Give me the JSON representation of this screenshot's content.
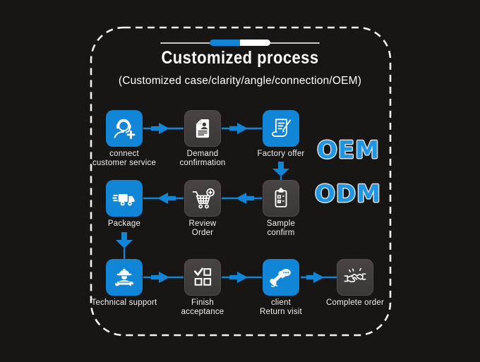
{
  "header": {
    "title": "Customized process",
    "subtitle": "(Customized case/clarity/angle/connection/OEM)"
  },
  "side_labels": {
    "oem": "OEM",
    "odm": "ODM"
  },
  "colors": {
    "background": "#171615",
    "accent_blue": "#1186d6",
    "icon_dark_gray": "#3e3b3b",
    "oem_text_blue": "#1f96e4",
    "text_white": "#f2f2f2",
    "dashed_border": "#f2f2f2"
  },
  "steps": [
    {
      "id": "connect-customer-service",
      "label1": "connect",
      "label2": "customer service",
      "style": "blue",
      "icon": "customer-service-headset-icon"
    },
    {
      "id": "demand-confirmation",
      "label1": "Demand",
      "label2": "confirmation",
      "style": "dark",
      "icon": "resume-document-icon"
    },
    {
      "id": "factory-offer",
      "label1": "Factory offer",
      "label2": "",
      "style": "blue",
      "icon": "document-pen-icon"
    },
    {
      "id": "package",
      "label1": "Package",
      "label2": "",
      "style": "blue",
      "icon": "delivery-truck-icon"
    },
    {
      "id": "review-order",
      "label1": "Review",
      "label2": "Order",
      "style": "dark",
      "icon": "cart-plus-icon"
    },
    {
      "id": "sample-confirm",
      "label1": "Sample",
      "label2": "confirm",
      "style": "dark",
      "icon": "clipboard-checklist-icon"
    },
    {
      "id": "technical-support",
      "label1": "Technical support",
      "label2": "",
      "style": "blue",
      "icon": "worker-wrench-icon"
    },
    {
      "id": "finish-acceptance",
      "label1": "Finish",
      "label2": "acceptance",
      "style": "dark",
      "icon": "checklist-grid-icon"
    },
    {
      "id": "client-return-visit",
      "label1": "client",
      "label2": "Return visit",
      "style": "blue",
      "icon": "phone-chat-icon"
    },
    {
      "id": "complete-order",
      "label1": "Complete order",
      "label2": "",
      "style": "dark",
      "icon": "handshake-icon"
    }
  ]
}
